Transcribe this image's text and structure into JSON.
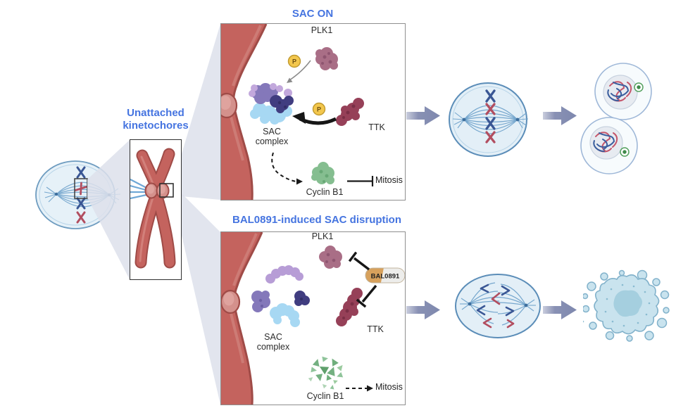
{
  "left": {
    "kinetochores_label": "Unattached kinetochores"
  },
  "panel_top": {
    "title": "SAC ON",
    "plk1": "PLK1",
    "ttk": "TTK",
    "sac_complex": "SAC complex",
    "cyclin": "Cyclin B1",
    "mitosis": "Mitosis",
    "phosphate": "P"
  },
  "panel_bottom": {
    "title": "BAL0891-induced SAC disruption",
    "plk1": "PLK1",
    "ttk": "TTK",
    "sac_complex": "SAC complex",
    "cyclin": "Cyclin B1",
    "mitosis": "Mitosis",
    "drug": "BAL0891"
  },
  "colors": {
    "title_blue": "#4574E0",
    "chromosome_red": "#C4635E",
    "chromosome_edge": "#9F4B47",
    "centromere_pink": "#D4918C",
    "arrow_gray": "#7E88AE",
    "drug_orange": "#D7A15C",
    "drug_white": "#EDEDEB",
    "ttk_maroon": "#964058",
    "plk1_mauve": "#A96E86",
    "cyclin_green": "#85BE90",
    "sac_light_blue": "#A7D8F3",
    "sac_purple": "#8478BA",
    "sac_navy": "#403D80",
    "sac_lavender": "#B79DD6",
    "phosphate_yellow": "#F3C74D",
    "cell_fill": "#E6F1F8",
    "cell_border": "#6E9CC0",
    "navy_chromosome": "#3A5795",
    "red_chromosome": "#B24E60",
    "cone_gray": "#DDE0EB",
    "apoptotic_fill": "#C9E3EE",
    "apoptotic_border": "#82B2CB"
  }
}
